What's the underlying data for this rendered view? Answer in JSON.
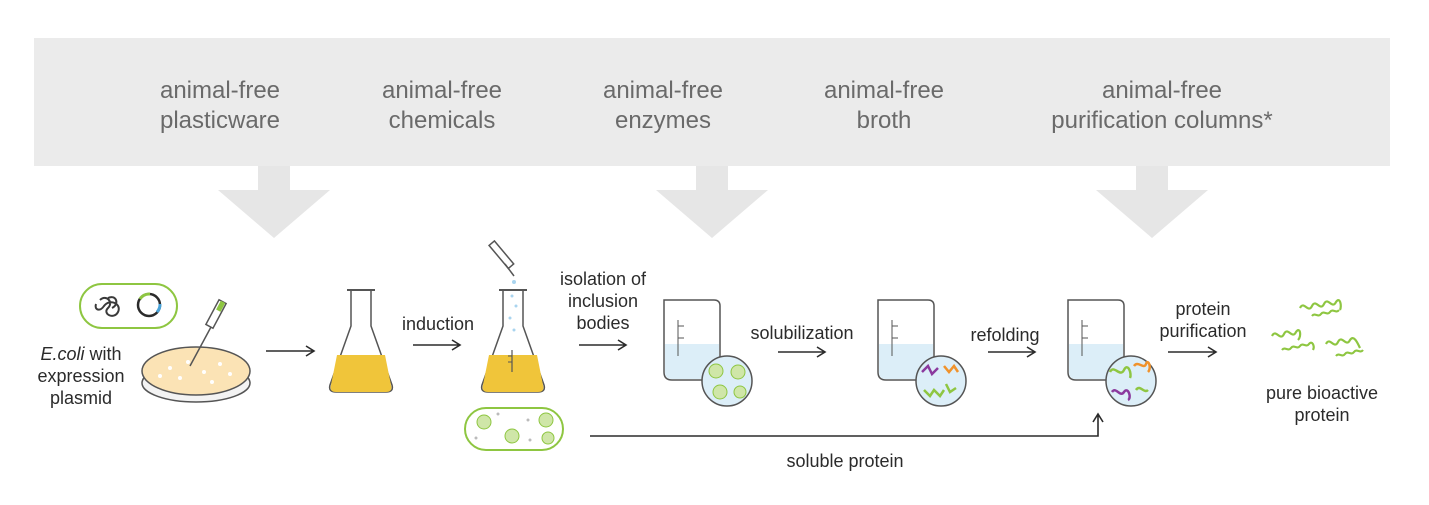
{
  "banner": {
    "items": [
      {
        "line1": "animal-free",
        "line2": "plasticware"
      },
      {
        "line1": "animal-free",
        "line2": "chemicals"
      },
      {
        "line1": "animal-free",
        "line2": "enzymes"
      },
      {
        "line1": "animal-free",
        "line2": "broth"
      },
      {
        "line1": "animal-free",
        "line2": "purification columns*"
      }
    ]
  },
  "steps": {
    "ecoli": {
      "italic": "E.coli",
      "rest": " with",
      "line2": "expression",
      "line3": "plasmid"
    },
    "induction": "induction",
    "isolation": {
      "line1": "isolation of",
      "line2": "inclusion",
      "line3": "bodies"
    },
    "solubilization": "solubilization",
    "refolding": "refolding",
    "purification": {
      "line1": "protein",
      "line2": "purification"
    },
    "soluble": "soluble protein",
    "pure": {
      "line1": "pure bioactive",
      "line2": "protein"
    }
  },
  "colors": {
    "banner_bg": "#ebebeb",
    "arrow_gray": "#e6e6e6",
    "broth_yellow": "#f0c53a",
    "plate_fill": "#fbe3b5",
    "protein_green": "#8ec641",
    "protein_purple": "#8b3a9e",
    "protein_orange": "#f0922b",
    "liquid_blue": "#dceef8"
  }
}
